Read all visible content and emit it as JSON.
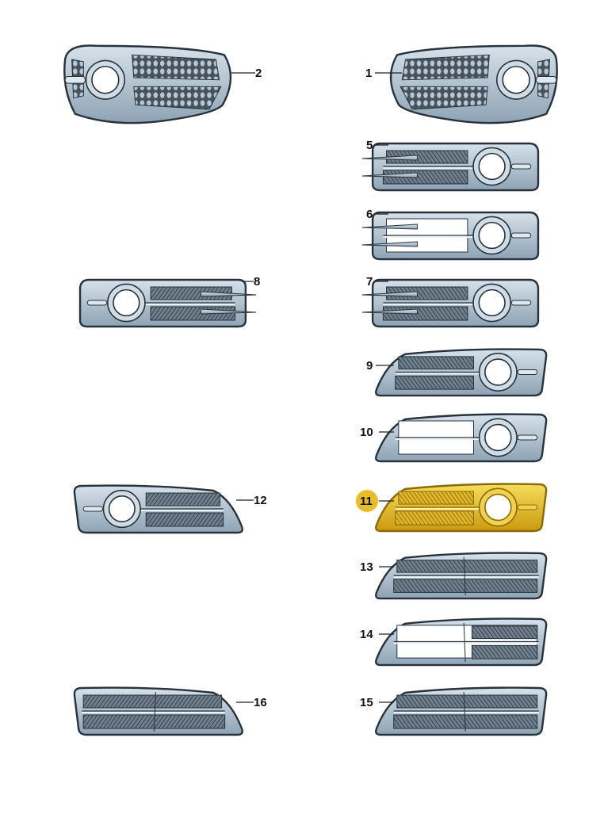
{
  "colors": {
    "body": "#b3c4d2",
    "outline": "#27323c",
    "highlight": "#e7c12c",
    "highlight_dark": "#8a6a08",
    "badge": "#e6bd2a"
  },
  "parts": [
    {
      "id": "p2",
      "label": "2"
    },
    {
      "id": "p1",
      "label": "1"
    },
    {
      "id": "p5",
      "label": "5"
    },
    {
      "id": "p6",
      "label": "6"
    },
    {
      "id": "p8",
      "label": "8"
    },
    {
      "id": "p7",
      "label": "7"
    },
    {
      "id": "p9",
      "label": "9"
    },
    {
      "id": "p10",
      "label": "10"
    },
    {
      "id": "p12",
      "label": "12"
    },
    {
      "id": "p11",
      "label": "11",
      "highlighted": true
    },
    {
      "id": "p13",
      "label": "13"
    },
    {
      "id": "p14",
      "label": "14"
    },
    {
      "id": "p16",
      "label": "16"
    },
    {
      "id": "p15",
      "label": "15"
    }
  ]
}
